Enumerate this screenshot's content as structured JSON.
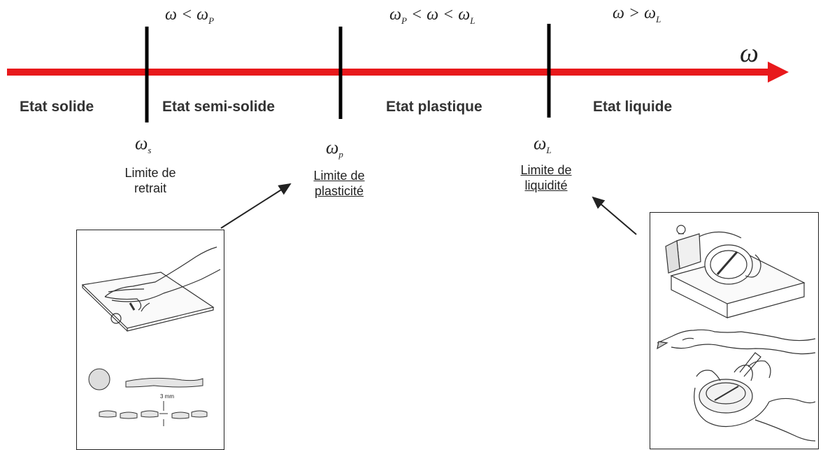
{
  "inequalities": {
    "solid_semisolid": "ω  <  ω",
    "solid_semisolid_sub": "P",
    "plastic_left": "ω",
    "plastic_left_sub": "P",
    "plastic_mid": " < ω < ω",
    "plastic_right_sub": "L",
    "liquid": "ω > ω",
    "liquid_sub": "L"
  },
  "axis": {
    "symbol": "ω",
    "color": "#e8191c"
  },
  "states": {
    "solid": "Etat solide",
    "semi_solid": "Etat semi-solide",
    "plastic": "Etat plastique",
    "liquid": "Etat liquide"
  },
  "limits": {
    "shrinkage": {
      "symbol": "ω",
      "sub": "s",
      "line1": "Limite de",
      "line2": "retrait"
    },
    "plastic": {
      "symbol": "ω",
      "sub": "p",
      "line1": "Limite de",
      "line2": "plasticité"
    },
    "liquid": {
      "symbol": "ω",
      "sub": "L",
      "line1": "Limite de",
      "line2": "liquidité"
    }
  },
  "illustrations": {
    "rolling_label": "3 mm"
  }
}
